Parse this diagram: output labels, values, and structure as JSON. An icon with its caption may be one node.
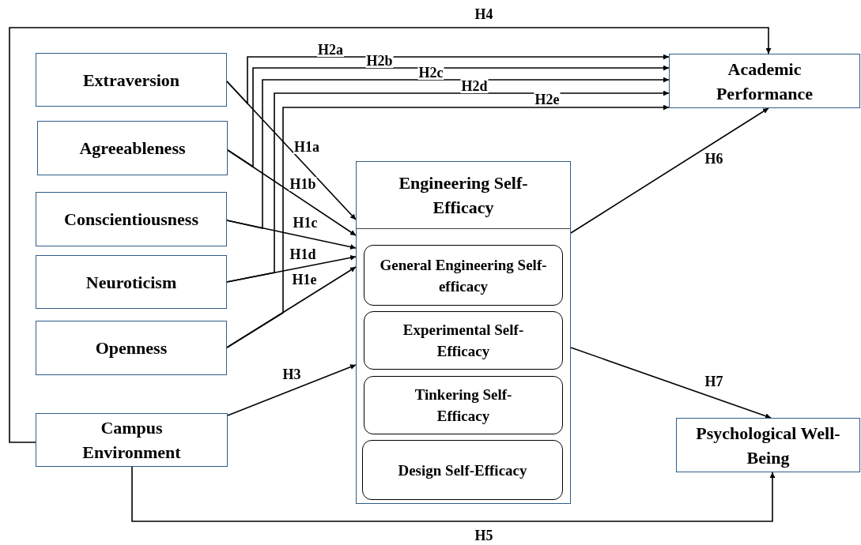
{
  "diagram": {
    "nodes": [
      {
        "text": [
          "Extraversion"
        ]
      },
      {
        "text": [
          "Agreeableness"
        ]
      },
      {
        "text": [
          "Conscientiousness"
        ]
      },
      {
        "text": [
          "Neuroticism"
        ]
      },
      {
        "text": [
          "Openness"
        ]
      },
      {
        "text": [
          "Campus Environment"
        ]
      },
      {
        "text": [
          "Engineering Self-Efficacy"
        ]
      },
      {
        "text": [
          "General Engineering Self-efficacy"
        ],
        "in": 6
      },
      {
        "text": [
          "Experimental Self-Efficacy"
        ],
        "in": 6
      },
      {
        "text": [
          "Tinkering Self-Efficacy"
        ],
        "in": 6
      },
      {
        "text": [
          "Design Self-Efficacy"
        ],
        "in": 6
      },
      {
        "text": [
          "Academic Performance"
        ]
      },
      {
        "text": [
          "Psychological Well-Being"
        ]
      }
    ],
    "edges": [
      {
        "from": 0,
        "to": 6,
        "arrow": "to",
        "label": "H1a"
      },
      {
        "from": 1,
        "to": 6,
        "arrow": "to",
        "label": "H1b"
      },
      {
        "from": 2,
        "to": 6,
        "arrow": "to",
        "label": "H1c"
      },
      {
        "from": 3,
        "to": 6,
        "arrow": "to",
        "label": "H1d"
      },
      {
        "from": 4,
        "to": 6,
        "arrow": "to",
        "label": "H1e"
      },
      {
        "from": 0,
        "to": 11,
        "arrow": "to",
        "label": "H2a"
      },
      {
        "from": 1,
        "to": 11,
        "arrow": "to",
        "label": "H2b"
      },
      {
        "from": 2,
        "to": 11,
        "arrow": "to",
        "label": "H2c"
      },
      {
        "from": 3,
        "to": 11,
        "arrow": "to",
        "label": "H2d"
      },
      {
        "from": 4,
        "to": 11,
        "arrow": "to",
        "label": "H2e"
      },
      {
        "from": 5,
        "to": 6,
        "arrow": "to",
        "label": "H3"
      },
      {
        "from": 5,
        "to": 11,
        "arrow": "to",
        "label": "H4"
      },
      {
        "from": 5,
        "to": 12,
        "arrow": "to",
        "label": "H5"
      },
      {
        "from": 6,
        "to": 11,
        "arrow": "to",
        "label": "H6"
      },
      {
        "from": 6,
        "to": 12,
        "arrow": "to",
        "label": "H7"
      }
    ]
  }
}
